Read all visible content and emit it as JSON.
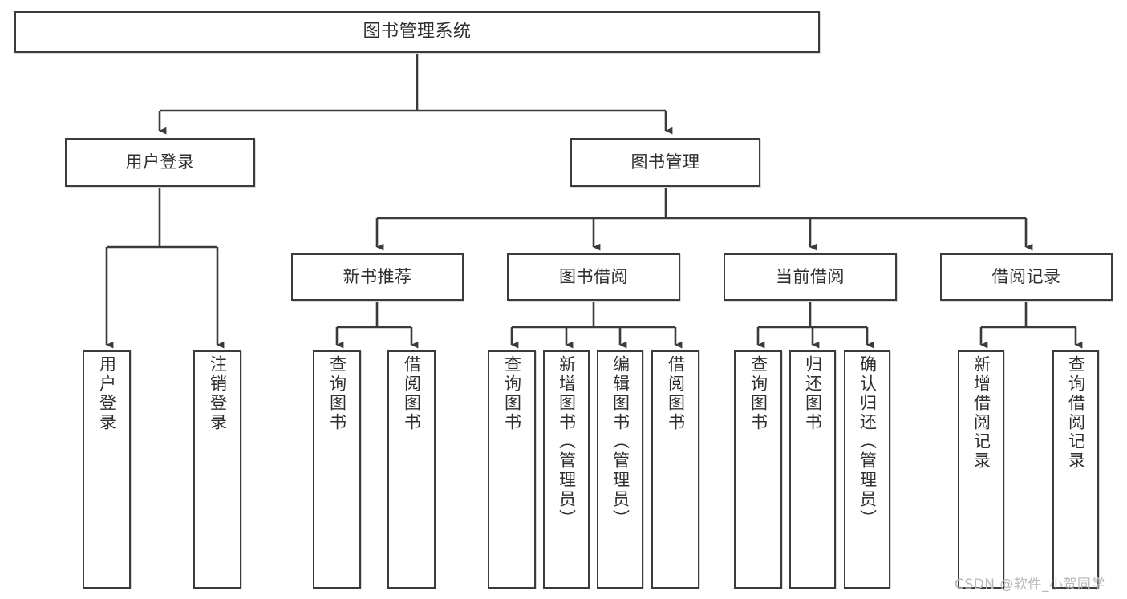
{
  "diagram": {
    "title": "图书管理系统",
    "type": "tree-hierarchy-diagram",
    "colors": {
      "box_border": "#3b3b3b",
      "box_fill": "#ffffff",
      "connector": "#3b3b3b",
      "text": "#2f2f2f",
      "watermark": "#b9b9b9"
    },
    "root": {
      "label": "图书管理系统"
    },
    "level2": [
      {
        "label": "用户登录"
      },
      {
        "label": "图书管理"
      }
    ],
    "level3": [
      {
        "label": "新书推荐"
      },
      {
        "label": "图书借阅"
      },
      {
        "label": "当前借阅"
      },
      {
        "label": "借阅记录"
      }
    ],
    "leaves": {
      "user_login": [
        {
          "label": "用户登录"
        },
        {
          "label": "注销登录"
        }
      ],
      "new_book_recommend": [
        {
          "label": "查询图书"
        },
        {
          "label": "借阅图书"
        }
      ],
      "book_borrow": [
        {
          "label": "查询图书"
        },
        {
          "label": "新增图书（管理员）"
        },
        {
          "label": "编辑图书（管理员）"
        },
        {
          "label": "借阅图书"
        }
      ],
      "current_borrow": [
        {
          "label": "查询图书"
        },
        {
          "label": "归还图书"
        },
        {
          "label": "确认归还（管理员）"
        }
      ],
      "borrow_record": [
        {
          "label": "新增借阅记录"
        },
        {
          "label": "查询借阅记录"
        }
      ]
    }
  },
  "watermark": {
    "text": "CSDN @软件_小贺同学"
  }
}
